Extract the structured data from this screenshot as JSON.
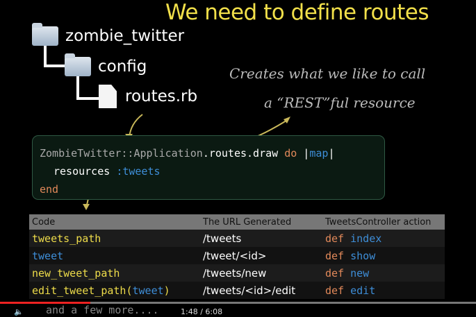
{
  "slide": {
    "title": "We need to define routes",
    "tree": [
      "zombie_twitter",
      "config",
      "routes.rb"
    ],
    "note_line1": "Creates what we like to call",
    "note_line2": "a “REST”ful resource",
    "code": {
      "l1a": "ZombieTwitter::Application",
      "l1b": ".routes.draw ",
      "l1c": "do",
      "l1d": " |",
      "l1e": "map",
      "l1f": "|",
      "l2a": "resources ",
      "l2b": ":tweets",
      "l3": "end"
    },
    "table": {
      "headers": [
        "Code",
        "The URL Generated",
        "TweetsController action"
      ],
      "rows": [
        {
          "code": "tweets_path",
          "code_arg": "",
          "url": "/tweets",
          "def": "def",
          "action": "index",
          "color": "yellow"
        },
        {
          "code": "tweet",
          "code_arg": "",
          "url": "/tweet/<id>",
          "def": "def",
          "action": "show",
          "color": "blue"
        },
        {
          "code": "new_tweet_path",
          "code_arg": "",
          "url": "/tweets/new",
          "def": "def",
          "action": "new",
          "color": "yellow"
        },
        {
          "code": "edit_tweet_path(",
          "code_arg": "tweet",
          "code_end": ")",
          "url": "/tweets/<id>/edit",
          "def": "def",
          "action": "edit",
          "color": "yellow"
        }
      ]
    },
    "more": "and a few more...."
  },
  "player": {
    "time": "1:48 / 6:08",
    "progress": 0.19,
    "accent": "#ee2222"
  }
}
